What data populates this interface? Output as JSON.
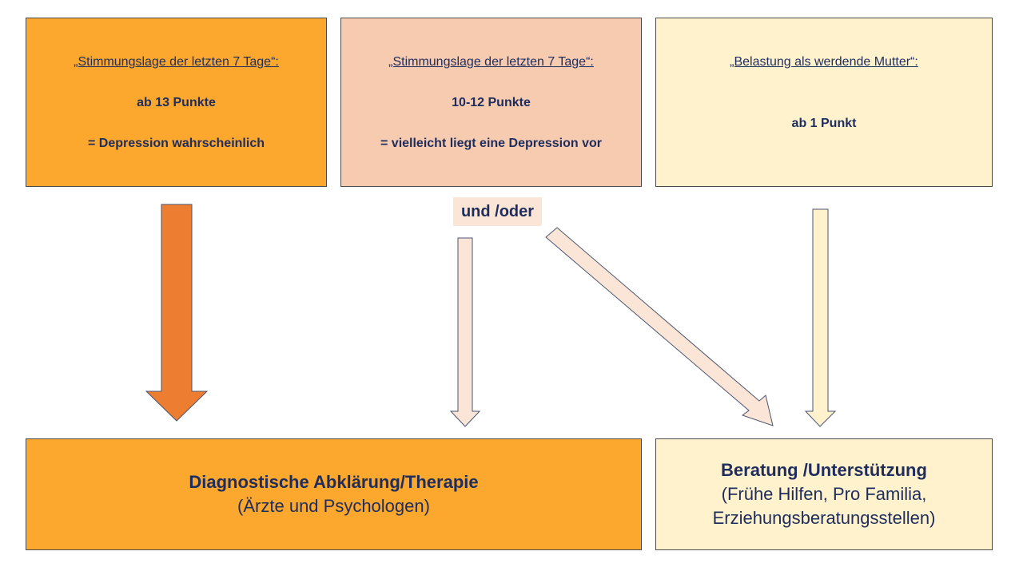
{
  "boxes": [
    {
      "heading": "„Stimmungslage der letzten 7 Tage“:",
      "score": "ab 13 Punkte",
      "meaning": "= Depression  wahrscheinlich"
    },
    {
      "heading": "„Stimmungslage der letzten 7 Tage“:",
      "score": "10-12 Punkte",
      "meaning": "= vielleicht liegt eine Depression  vor"
    },
    {
      "heading": "„Belastung  als werdende  Mutter“:",
      "score": "ab  1 Punkt"
    }
  ],
  "connector_label": "und /oder",
  "results": [
    {
      "title": "Diagnostische Abklärung/Therapie",
      "subtitle": "(Ärzte und Psychologen)"
    },
    {
      "title": "Beratung /Unterstützung",
      "subtitle_line1": "(Frühe Hilfen, Pro Familia,",
      "subtitle_line2": "Erziehungsberatungsstellen)"
    }
  ],
  "colors": {
    "orange_strong": "#fca72d",
    "arrow_orange": "#ed7d31",
    "peach": "#f7cbb0",
    "peach_light": "#fbe5d6",
    "cream": "#fff2cc",
    "text_navy": "#1f2d5c"
  }
}
